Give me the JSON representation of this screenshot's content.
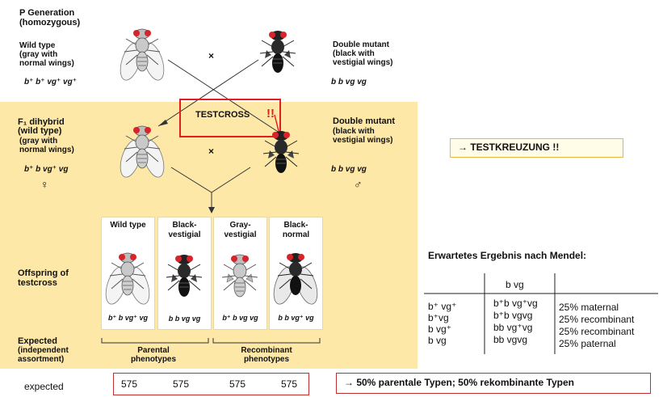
{
  "p_generation": {
    "title": "P Generation",
    "subtitle": "(homozygous)",
    "wild_desc": [
      "Wild type",
      "(gray with",
      "normal wings)"
    ],
    "wild_genotype": "b⁺ b⁺ vg⁺ vg⁺",
    "cross_symbol": "×",
    "mutant_desc": [
      "Double mutant",
      "(black with",
      "vestigial wings)"
    ],
    "mutant_genotype": "b b vg vg"
  },
  "f1": {
    "title_line1": "F₁ dihybrid",
    "title_line2": "(wild type)",
    "desc": [
      "(gray with",
      "normal wings)"
    ],
    "genotype": "b⁺ b vg⁺ vg",
    "female_symbol": "♀",
    "cross_symbol": "×",
    "mutant_title": "Double mutant",
    "mutant_desc": [
      "(black with",
      "vestigial wings)"
    ],
    "mutant_genotype": "b b vg vg",
    "male_symbol": "♂"
  },
  "testcross_label": "TESTCROSS",
  "testcross_marks": "!!",
  "testkreuzung_label": "→  TESTKREUZUNG !!",
  "offspring": {
    "label": [
      "Offspring of",
      "testcross"
    ],
    "cards": [
      {
        "heading": "Wild type",
        "genotype": "b⁺ b vg⁺ vg"
      },
      {
        "heading": "Black-\nvestigial",
        "genotype": "b b vg vg"
      },
      {
        "heading": "Gray-\nvestigial",
        "genotype": "b⁺ b vg vg"
      },
      {
        "heading": "Black-\nnormal",
        "genotype": "b b vg⁺ vg"
      }
    ]
  },
  "expected": {
    "label": "Expected",
    "sub": [
      "(independent",
      "assortment)"
    ],
    "parental": [
      "Parental",
      "phenotypes"
    ],
    "recombinant": [
      "Recombinant",
      "phenotypes"
    ]
  },
  "expected_row": {
    "label": "expected",
    "values": [
      "575",
      "575",
      "575",
      "575"
    ]
  },
  "conclusion": "→  50% parentale Typen; 50% rekombinante Typen",
  "mendel_table": {
    "title": "Erwartetes Ergebnis nach Mendel:",
    "header": "b vg",
    "rows": [
      {
        "gamete": "b⁺ vg⁺",
        "genotype": "b⁺b vg⁺vg",
        "result": "25% maternal"
      },
      {
        "gamete": "b⁺vg",
        "genotype": "b⁺b vgvg",
        "result": "25% recombinant"
      },
      {
        "gamete": "b vg⁺",
        "genotype": "bb vg⁺vg",
        "result": "25% recombinant"
      },
      {
        "gamete": "b vg",
        "genotype": "bb vgvg",
        "result": "25% paternal"
      }
    ]
  },
  "colors": {
    "panel": "#fde8a8",
    "highlight": "#e02020",
    "box_fill": "#fffde8",
    "box_border": "#e8b93c"
  }
}
